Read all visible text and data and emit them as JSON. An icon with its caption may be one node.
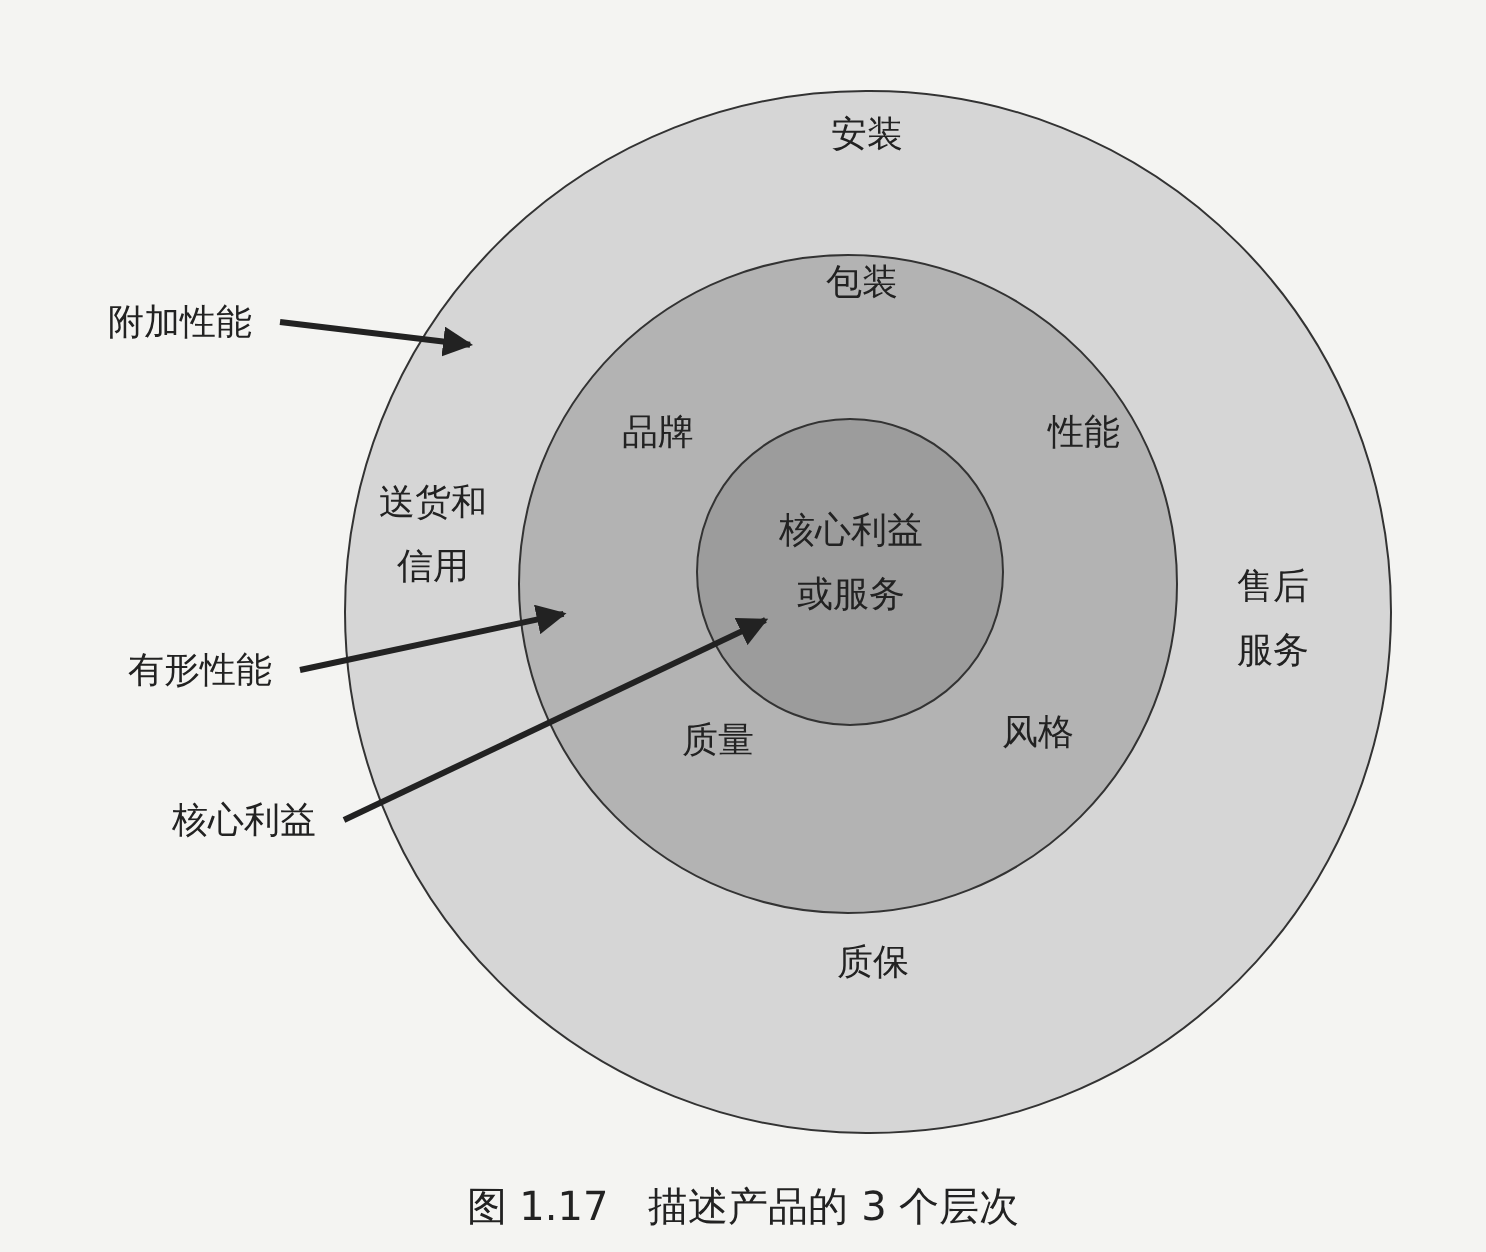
{
  "diagram": {
    "caption": "图 1.17　描述产品的 3 个层次",
    "nodes": [
      {
        "text": [
          "安装",
          "送货和信用",
          "售后服务",
          "质保"
        ]
      },
      {
        "text": [
          "包装",
          "品牌",
          "性能",
          "质量",
          "风格"
        ],
        "in": 0
      },
      {
        "text": [
          "核心利益或服务"
        ],
        "in": 1
      },
      {
        "text": [
          "附加性能"
        ]
      },
      {
        "text": [
          "有形性能"
        ]
      },
      {
        "text": [
          "核心利益"
        ]
      }
    ],
    "edges": [
      {
        "from": 3,
        "to": 0,
        "arrow": "to"
      },
      {
        "from": 4,
        "to": 1,
        "arrow": "to"
      },
      {
        "from": 5,
        "to": 2,
        "arrow": "to"
      }
    ]
  }
}
